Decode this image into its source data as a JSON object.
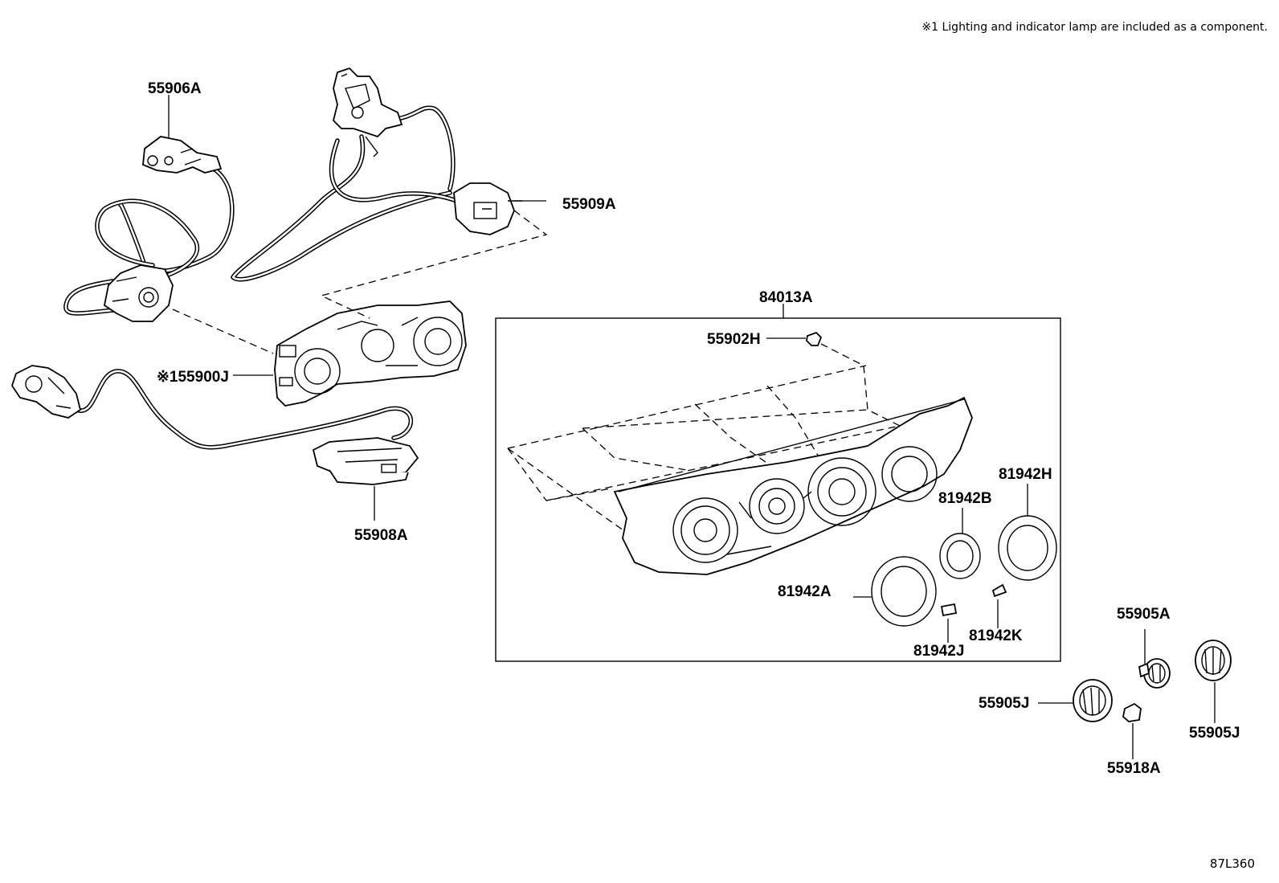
{
  "diagram": {
    "note": "※1 Lighting and indicator lamp are included as a component.",
    "ref_code": "87L360",
    "labels": {
      "p55906A": "55906A",
      "p55909A": "55909A",
      "p84013A": "84013A",
      "p55902H": "55902H",
      "p55900J": "※155900J",
      "p55908A": "55908A",
      "p81942H": "81942H",
      "p81942B": "81942B",
      "p81942A": "81942A",
      "p81942J": "81942J",
      "p81942K": "81942K",
      "p55905A": "55905A",
      "p55905J_left": "55905J",
      "p55905J_right": "55905J",
      "p55918A": "55918A"
    }
  }
}
